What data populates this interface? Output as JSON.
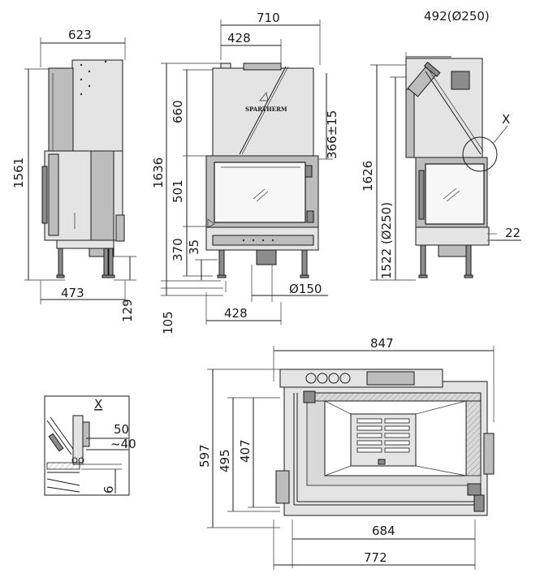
{
  "dimensions": {
    "side_left": {
      "width": "623",
      "height": "1561",
      "depth": "473",
      "leg_height": "129"
    },
    "front": {
      "width_total": "710",
      "width_flue": "428",
      "height_total": "1636",
      "top_section": "660",
      "glass_height": "501",
      "bottom_section": "370",
      "ash_offset": "35",
      "base_offset": "105",
      "flue_offset": "366±15",
      "air_inlet": "Ø150",
      "bottom_width": "428"
    },
    "side_right": {
      "flue": "492(Ø250)",
      "height_total": "1626",
      "flue_height": "1522 (Ø250)",
      "glass_offset": "22",
      "detail_marker": "X"
    },
    "detail": {
      "marker": "X",
      "dim_a": "50",
      "dim_b": "~40",
      "dim_c": "6"
    },
    "plan": {
      "width_total": "847",
      "depth_total": "597",
      "depth_mid": "495",
      "depth_inner": "407",
      "width_inner": "684",
      "width_base": "772"
    }
  },
  "brand_label": "SPARTHERM",
  "colors": {
    "line": "#1a1a1a",
    "body": "#e4e4e4",
    "mid": "#bdbdbd",
    "dark": "#8c8c8c"
  }
}
